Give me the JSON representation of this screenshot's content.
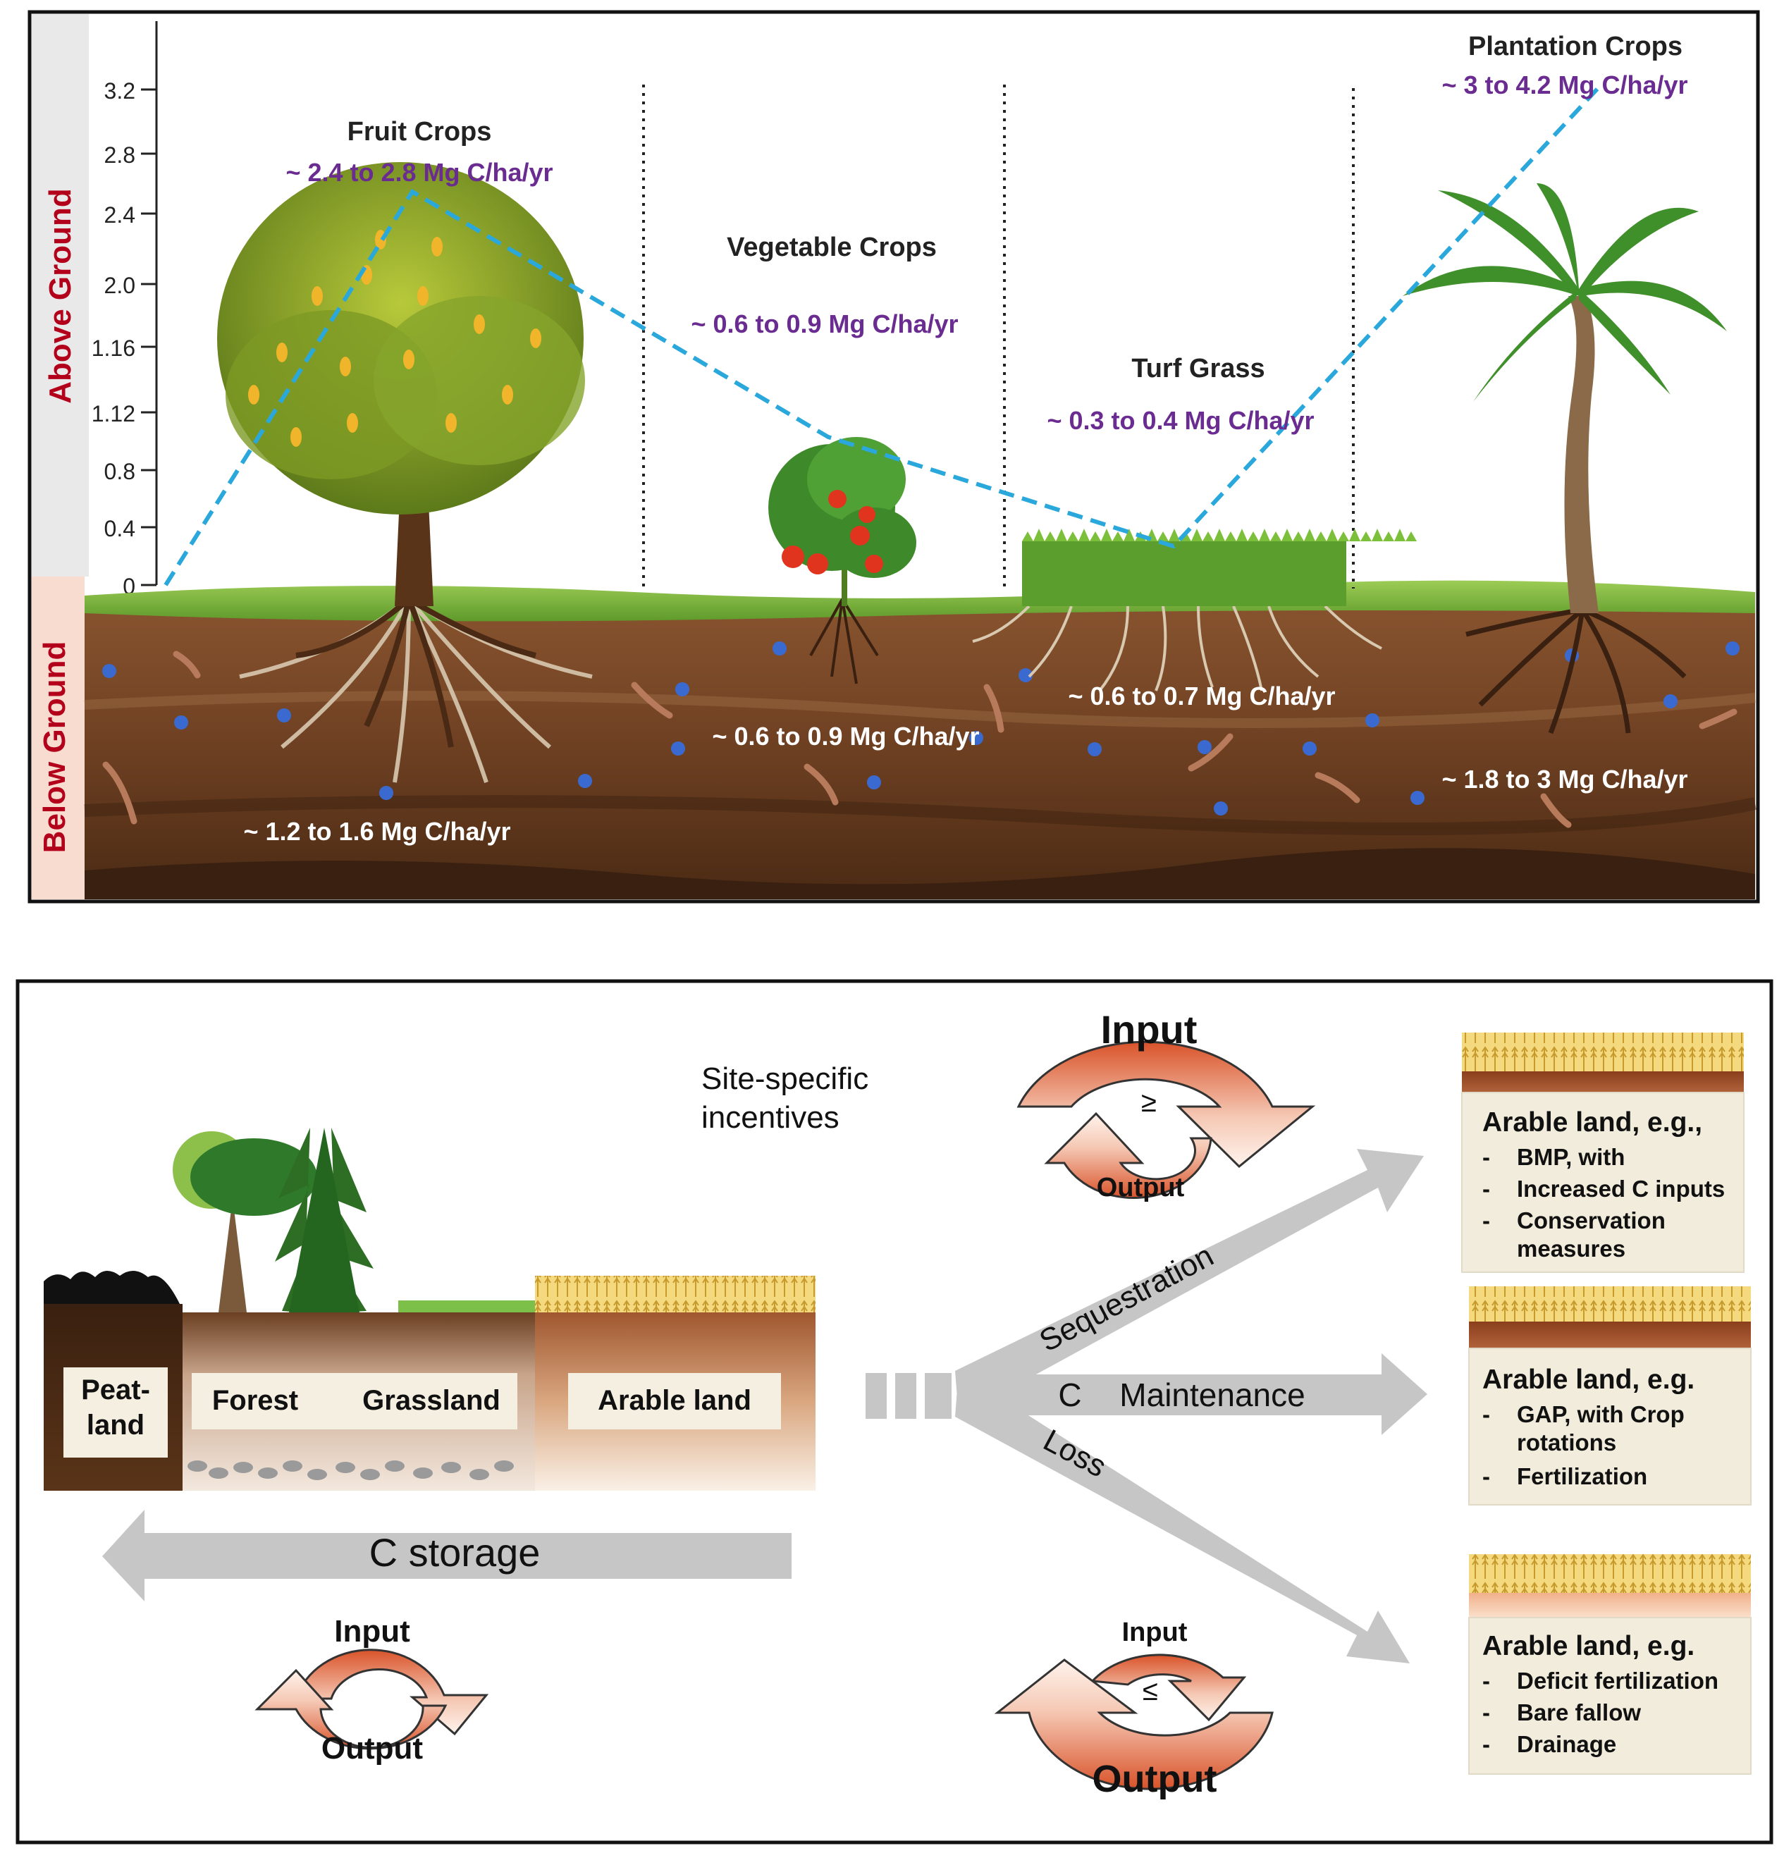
{
  "top": {
    "above_label": "Above Ground",
    "below_label": "Below Ground",
    "y_ticks": [
      "3.2",
      "2.8",
      "2.4",
      "2.0",
      "1.16",
      "1.12",
      "0.8",
      "0.4",
      "0"
    ],
    "crops": [
      {
        "name": "Fruit Crops",
        "above": "~ 2.4 to 2.8 Mg C/ha/yr",
        "below": "~ 1.2 to 1.6 Mg C/ha/yr"
      },
      {
        "name": "Vegetable Crops",
        "above": "~ 0.6 to 0.9 Mg C/ha/yr",
        "below": "~ 0.6 to 0.9 Mg C/ha/yr"
      },
      {
        "name": "Turf Grass",
        "above": "~ 0.3 to 0.4 Mg C/ha/yr",
        "below": "~ 0.6 to 0.7 Mg C/ha/yr"
      },
      {
        "name": "Plantation Crops",
        "above": "~ 3 to 4.2 Mg C/ha/yr",
        "below": "~ 1.8 to 3 Mg C/ha/yr"
      }
    ],
    "colors": {
      "above_label": "#b3001b",
      "purple": "#6a2c91",
      "trend": "#2aa8dc",
      "soil": "#7a4a26"
    }
  },
  "bottom": {
    "site_specific": [
      "Site-specific",
      "incentives"
    ],
    "land_labels": {
      "peat": [
        "Peat-",
        "land"
      ],
      "forest": "Forest",
      "grassland": "Grassland",
      "arable": "Arable land"
    },
    "c_storage": "C storage",
    "arrows": {
      "sequestration": "Sequestration",
      "c": "C",
      "maintenance": "Maintenance",
      "loss": "Loss"
    },
    "cycles": {
      "top": {
        "input": "Input",
        "symbol": "≥",
        "output": "Output"
      },
      "left": {
        "input": "Input",
        "output": "Output"
      },
      "bottom": {
        "input": "Input",
        "symbol": "≤",
        "output": "Output"
      }
    },
    "boxes": [
      {
        "title": "Arable land, e.g.,",
        "items": [
          "BMP, with",
          "Increased C inputs",
          "Conservation",
          "measures"
        ]
      },
      {
        "title": "Arable land, e.g.",
        "items": [
          "GAP, with Crop",
          "rotations",
          "Fertilization"
        ]
      },
      {
        "title": "Arable land, e.g.",
        "items": [
          "Deficit fertilization",
          "Bare fallow",
          "Drainage"
        ]
      }
    ]
  }
}
